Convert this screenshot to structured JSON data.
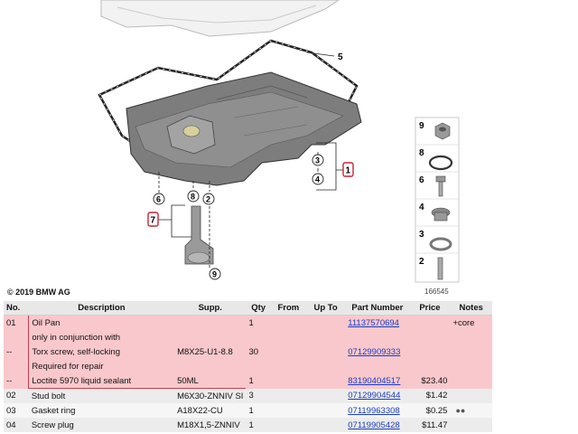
{
  "diagram": {
    "callouts": [
      "5",
      "1",
      "3",
      "4",
      "6",
      "8",
      "2",
      "7",
      "9"
    ],
    "side_items": [
      "9",
      "8",
      "6",
      "4",
      "3",
      "2"
    ],
    "figure_number": "166545"
  },
  "copyright": "© 2019 BMW AG",
  "table": {
    "headers": {
      "no": "No.",
      "desc": "Description",
      "supp": "Supp.",
      "qty": "Qty",
      "from": "From",
      "upto": "Up To",
      "part": "Part Number",
      "price": "Price",
      "notes": "Notes"
    },
    "rows": [
      {
        "no": "01",
        "desc": "Oil Pan",
        "supp": "",
        "qty": "1",
        "from": "",
        "upto": "",
        "part": "11137570694",
        "price": "",
        "notes": "+core"
      },
      {
        "no": "",
        "desc": "only in conjunction with",
        "supp": "",
        "qty": "",
        "from": "",
        "upto": "",
        "part": "",
        "price": "",
        "notes": ""
      },
      {
        "no": "--",
        "desc": "Torx screw, self-locking",
        "supp": "M8X25-U1-8.8",
        "qty": "30",
        "from": "",
        "upto": "",
        "part": "07129909333",
        "price": "",
        "notes": ""
      },
      {
        "no": "",
        "desc": "Required for repair",
        "supp": "",
        "qty": "",
        "from": "",
        "upto": "",
        "part": "",
        "price": "",
        "notes": ""
      },
      {
        "no": "--",
        "desc": "Loctite 5970 liquid sealant",
        "supp": "50ML",
        "qty": "1",
        "from": "",
        "upto": "",
        "part": "83190404517",
        "price": "$23.40",
        "notes": ""
      },
      {
        "no": "02",
        "desc": "Stud bolt",
        "supp": "M6X30-ZNNIV SI",
        "qty": "3",
        "from": "",
        "upto": "",
        "part": "07129904544",
        "price": "$1.42",
        "notes": ""
      },
      {
        "no": "03",
        "desc": "Gasket ring",
        "supp": "A18X22-CU",
        "qty": "1",
        "from": "",
        "upto": "",
        "part": "07119963308",
        "price": "$0.25",
        "notes": ""
      },
      {
        "no": "04",
        "desc": "Screw plug",
        "supp": "M18X1,5-ZNNIV",
        "qty": "1",
        "from": "",
        "upto": "",
        "part": "07119905428",
        "price": "$11.47",
        "notes": ""
      }
    ]
  },
  "colors": {
    "highlight": "#f9c8cc",
    "link": "#1a3cc8",
    "callout_box": "#cc2233"
  }
}
